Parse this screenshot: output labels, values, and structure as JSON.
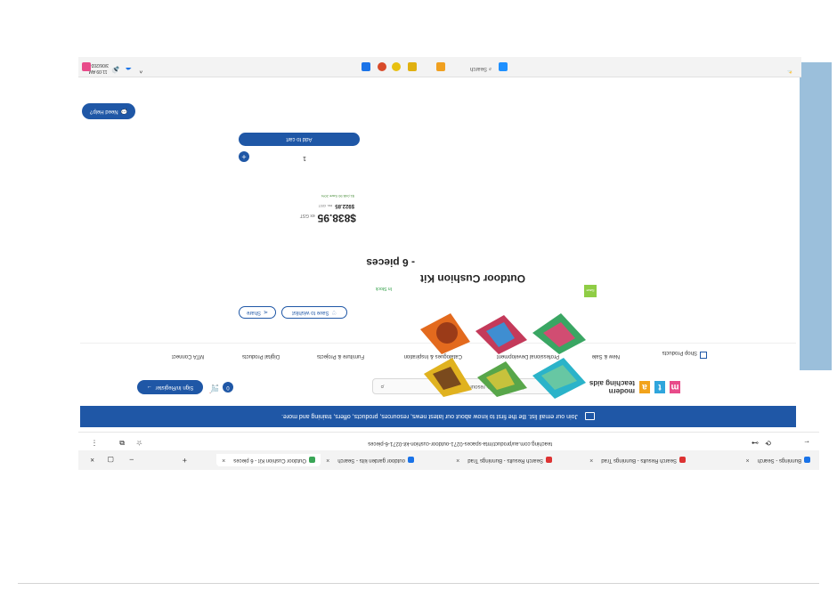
{
  "browser": {
    "tabs": [
      {
        "label": "Bunnings - Search"
      },
      {
        "label": "Search Results - Bunnings Trad"
      },
      {
        "label": "Search Results - Bunnings Trad"
      },
      {
        "label": "outdoor garden kits - Search"
      },
      {
        "label": "Outdoor Cushion Kit - 6 pieces"
      }
    ],
    "address": "teaching.com.au/product/mta-spaces-0271-outdoor-cushion-kit-0271-6-pieces"
  },
  "banner": {
    "text": "Join our email list. Be the first to know about our latest news, resources, products, offers, training and more."
  },
  "header": {
    "logo_text": "mta",
    "logo_line1": "modern",
    "logo_line2": "teaching aids",
    "search_placeholder": "Search 20,000+ resources",
    "cart_count": "0",
    "signin_label": "Sign In/Register"
  },
  "nav": {
    "items": [
      "Shop Products",
      "New & Sale",
      "Professional Development",
      "Catalogues & Inspiration",
      "Furniture & Projects",
      "Digital Products",
      "MTA Connect"
    ]
  },
  "product": {
    "share_label": "Share",
    "wishlist_label": "Save to wishlist",
    "stock": "In Stock",
    "title_line1": "Outdoor Cushion Kit",
    "title_line2": "- 6 pieces",
    "badge": "Save",
    "price": "$838.95",
    "price_suffix": "ex GST",
    "price_inc": "$922.85",
    "price_inc_suffix": "inc. GST",
    "rrp": "$1,048.90 Save 20%",
    "qty": "1",
    "add_to_cart": "Add to cart",
    "help": "Need Help?"
  },
  "taskbar": {
    "search": "Search",
    "time": "11:09 AM",
    "date": "3/06/2024"
  },
  "colors": {
    "brand": "#1f57a6",
    "accent": "#e84b8a",
    "success": "#2e9e45"
  }
}
